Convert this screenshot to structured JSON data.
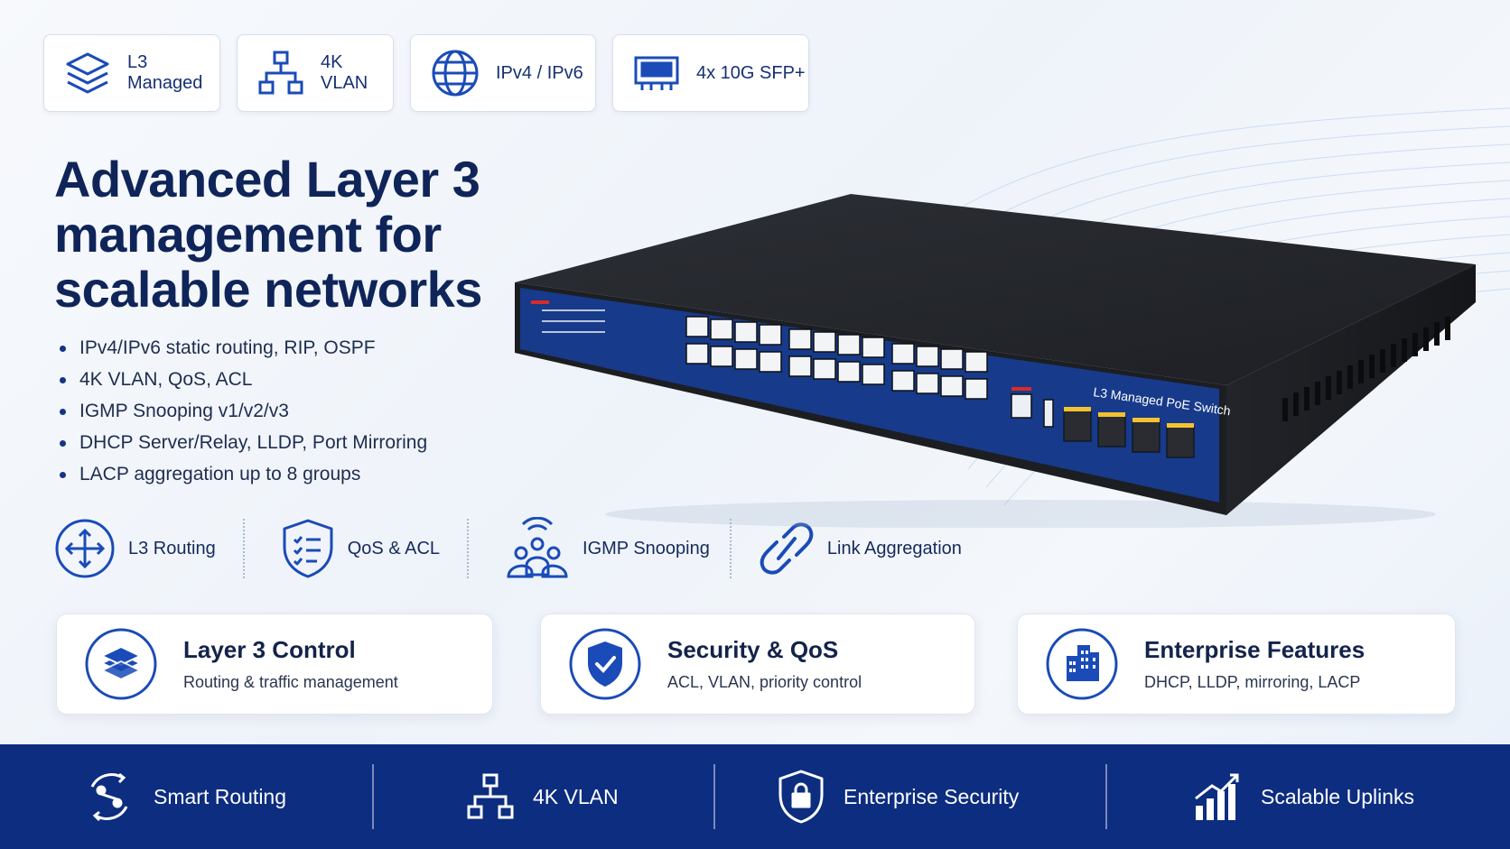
{
  "badges": [
    {
      "label": "L3 Managed",
      "icon": "layers-icon"
    },
    {
      "label": "4K VLAN",
      "icon": "network-hierarchy-icon"
    },
    {
      "label": "IPv4 / IPv6",
      "icon": "globe-icon"
    },
    {
      "label": "4x 10G SFP+",
      "icon": "sfp-module-icon"
    }
  ],
  "headline": {
    "line1": "Advanced Layer 3",
    "line2": "management for",
    "line3": "scalable networks"
  },
  "bullets": [
    "IPv4/IPv6 static routing, RIP, OSPF",
    "4K VLAN, QoS, ACL",
    "IGMP Snooping v1/v2/v3",
    "DHCP Server/Relay, LLDP, Port Mirroring",
    "LACP aggregation up to 8 groups"
  ],
  "features": [
    {
      "label": "L3 Routing",
      "icon": "routing-arrows-icon"
    },
    {
      "label": "QoS & ACL",
      "icon": "shield-checklist-icon"
    },
    {
      "label": "IGMP Snooping",
      "icon": "group-broadcast-icon"
    },
    {
      "label": "Link Aggregation",
      "icon": "chain-link-icon"
    }
  ],
  "cards": [
    {
      "title": "Layer 3 Control",
      "subtitle": "Routing & traffic management",
      "icon": "layers-icon"
    },
    {
      "title": "Security & QoS",
      "subtitle": "ACL, VLAN, priority control",
      "icon": "shield-check-icon"
    },
    {
      "title": "Enterprise Features",
      "subtitle": "DHCP, LLDP, mirroring, LACP",
      "icon": "building-icon"
    }
  ],
  "bottom_bar": [
    {
      "label": "Smart Routing",
      "icon": "smart-routing-icon"
    },
    {
      "label": "4K VLAN",
      "icon": "network-hierarchy-icon"
    },
    {
      "label": "Enterprise Security",
      "icon": "shield-lock-icon"
    },
    {
      "label": "Scalable Uplinks",
      "icon": "growth-chart-icon"
    }
  ],
  "product": {
    "panel_label": "L3 Managed PoE Switch"
  },
  "colors": {
    "brand_navy": "#0c2d80",
    "accent_blue": "#1a4bb8",
    "panel_blue": "#173a8a",
    "sfp_yellow": "#f2c230"
  }
}
